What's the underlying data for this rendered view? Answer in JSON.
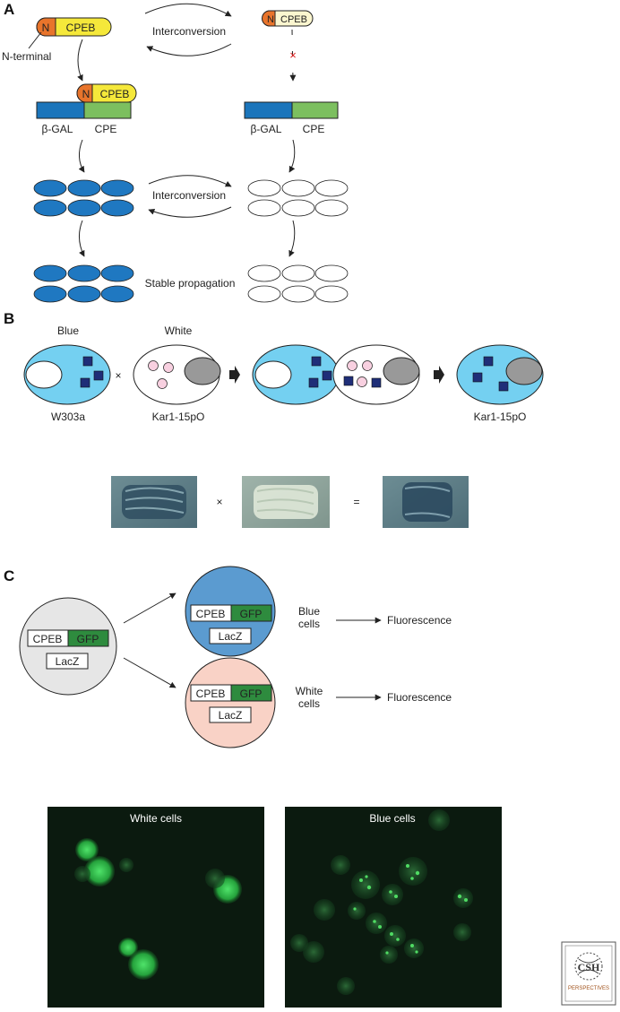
{
  "panel_a": {
    "letter": "A",
    "n_label": "N",
    "cpeb_label": "CPEB",
    "n_terminal": "N-terminal",
    "interconversion_top": "Interconversion",
    "interconversion_mid": "Interconversion",
    "stable_propagation": "Stable propagation",
    "beta_gal_left": "β-GAL",
    "cpe_left": "CPE",
    "beta_gal_right": "β-GAL",
    "cpe_right": "CPE",
    "blocked_mark": "×"
  },
  "panel_b": {
    "letter": "B",
    "blue_label": "Blue",
    "white_label": "White",
    "cross_symbol": "×",
    "strain_left": "W303a",
    "strain_mid": "Kar1-15pO",
    "strain_right": "Kar1-15pO",
    "photo_cross": "×",
    "photo_equals": "="
  },
  "panel_c": {
    "letter": "C",
    "cpeb": "CPEB",
    "gfp": "GFP",
    "lacz": "LacZ",
    "blue_cells_1": "Blue",
    "blue_cells_2": "cells",
    "white_cells_1": "White",
    "white_cells_2": "cells",
    "fluorescence_top": "Fluorescence",
    "fluorescence_bottom": "Fluorescence",
    "micro_left_title": "White cells",
    "micro_right_title": "Blue cells"
  },
  "logo": {
    "line1": "CSH",
    "line2": "PERSPECTIVES"
  },
  "colors": {
    "cell_blue": "#1f78c1",
    "cell_light_blue": "#74d0f1",
    "cpeb_yellow": "#f5e83a",
    "n_orange": "#e8742b",
    "beta_gal_blue": "#1b75bb",
    "cpe_green": "#7cbf5f",
    "gfp_green": "#2e8b3e",
    "blue_circle": "#5b9bd0",
    "pink_circle": "#f9d2c6",
    "grey_circle": "#e6e6e6",
    "vacuole_grey": "#999999",
    "prion_square": "#1f2e78",
    "micro_bg": "#0b1a0f",
    "gfp_signal": "#2fc04a"
  }
}
